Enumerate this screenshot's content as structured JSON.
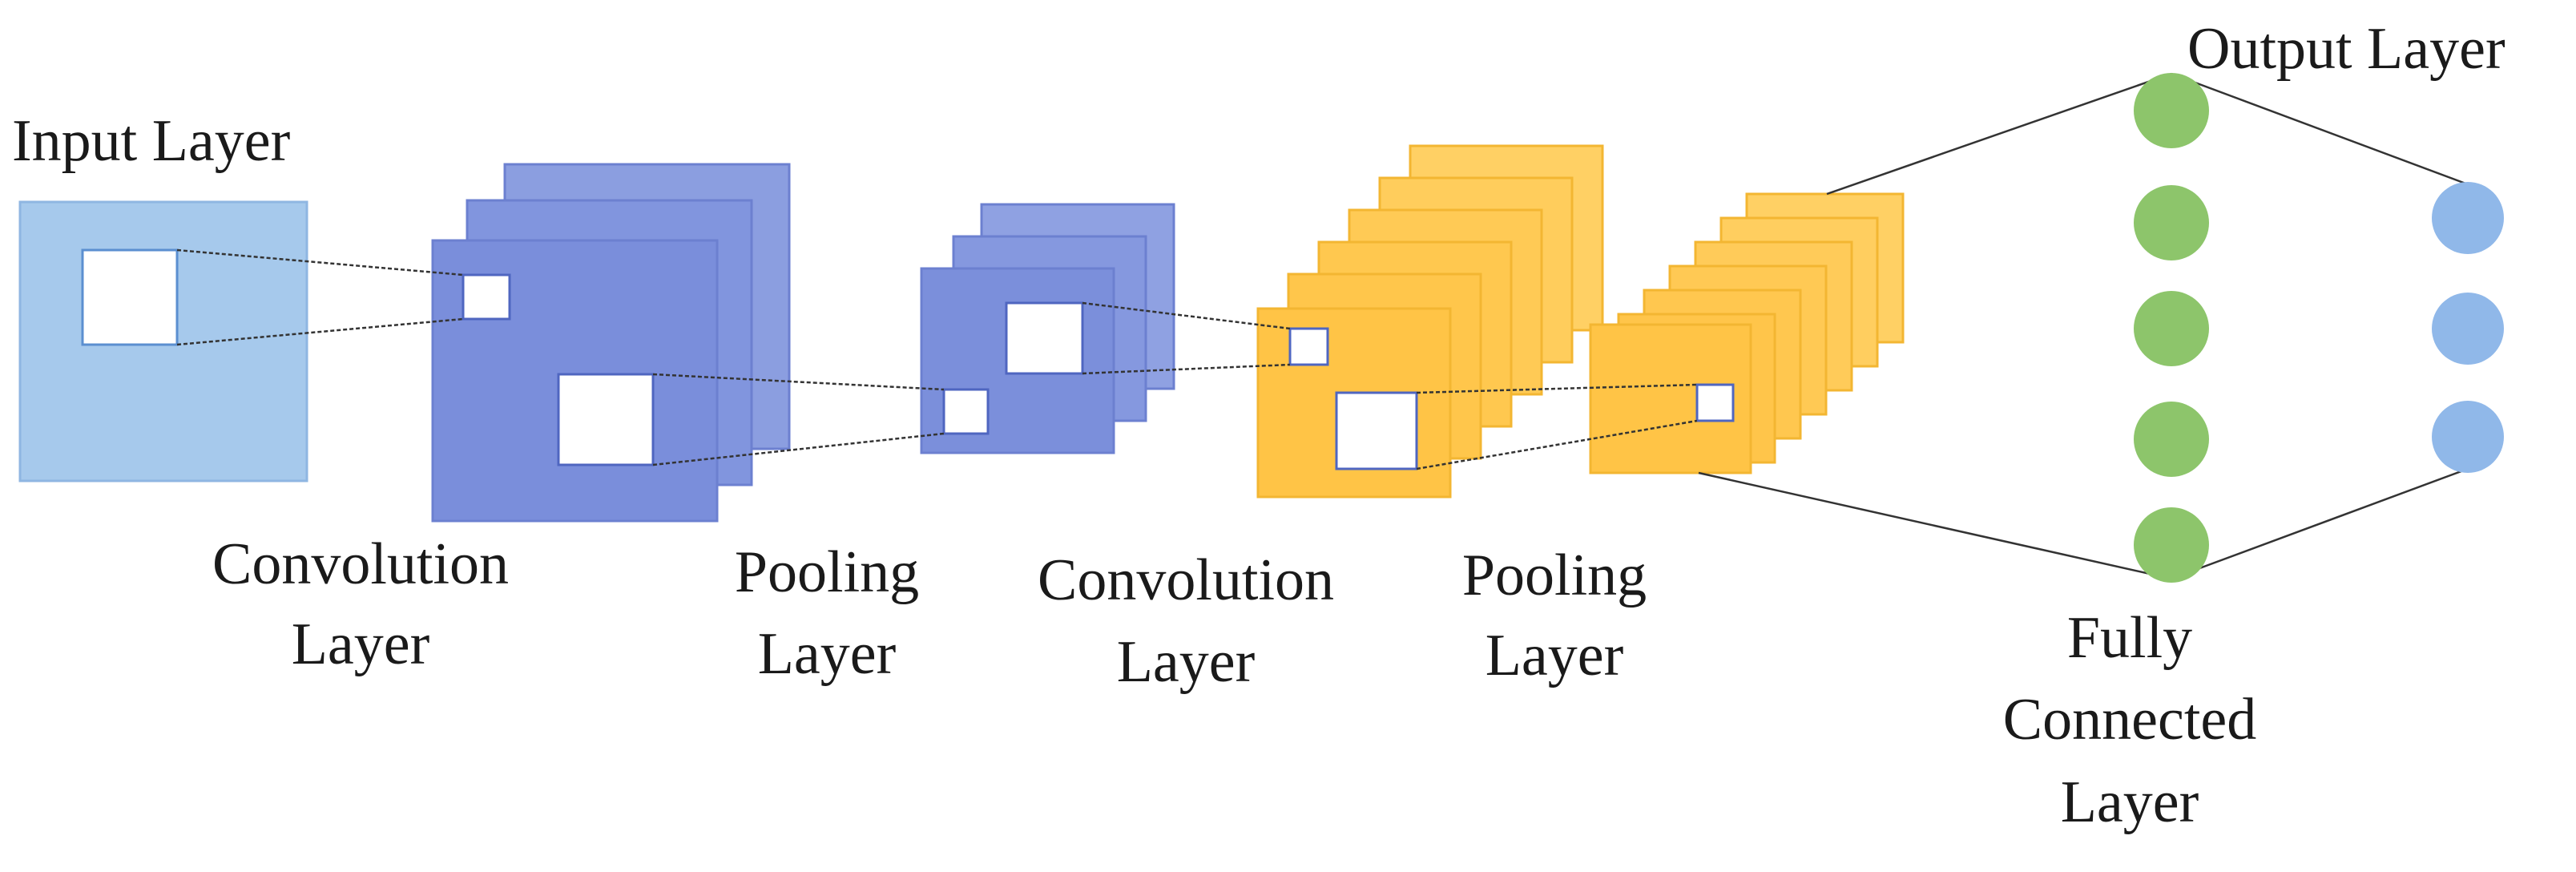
{
  "labels": {
    "input": "Input Layer",
    "conv1_line1": "Convolution",
    "conv1_line2": "Layer",
    "pool1_line1": "Pooling",
    "pool1_line2": "Layer",
    "conv2_line1": "Convolution",
    "conv2_line2": "Layer",
    "pool2_line1": "Pooling",
    "pool2_line2": "Layer",
    "fc_line1": "Fully",
    "fc_line2": "Connected",
    "fc_line3": "Layer",
    "output": "Output Layer"
  },
  "colors": {
    "input_fill": "#9dc3ea",
    "input_stroke": "#8fb6e2",
    "conv1_fill": "#7b8fdb",
    "conv1_stroke": "#6c80d0",
    "pool1_fill": "#8396de",
    "conv2_fill": "#ffc94d",
    "conv2_stroke": "#f3b632",
    "fc_node": "#8cc46a",
    "output_node": "#8fb6e8"
  }
}
